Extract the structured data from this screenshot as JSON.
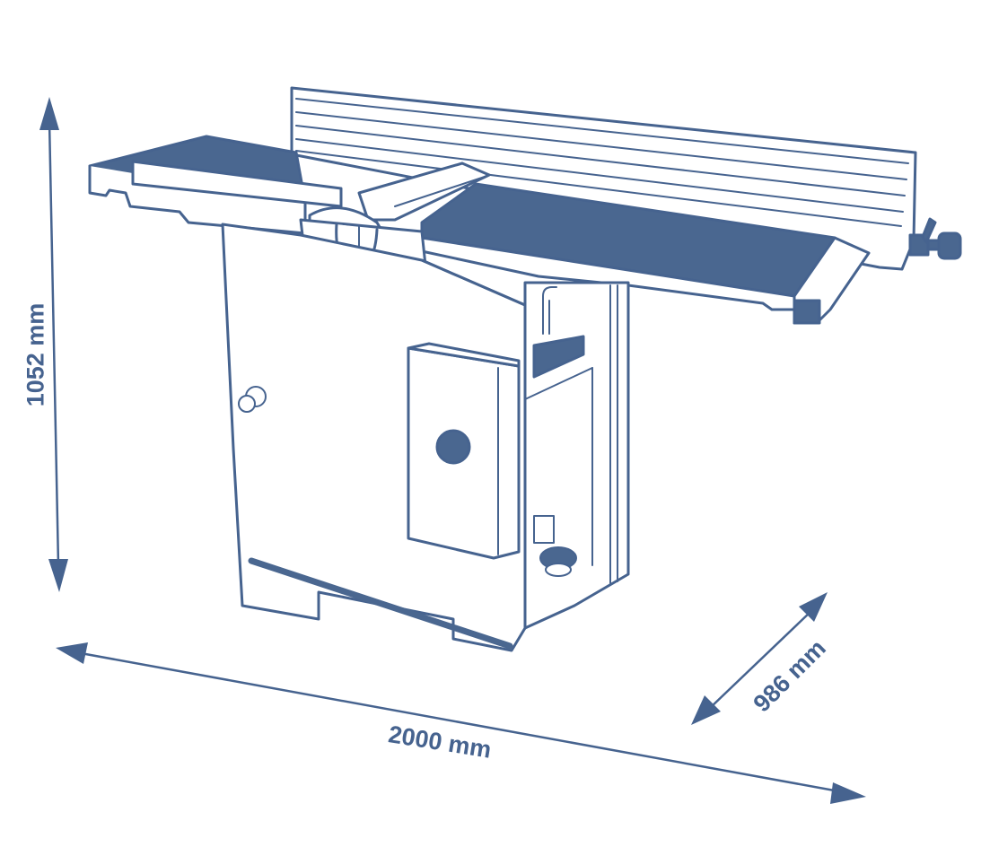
{
  "diagram": {
    "subject": "Planer / jointer machine with dimensions",
    "colors": {
      "ink": "#46638f",
      "fill": "#4a6790",
      "background": "#ffffff"
    },
    "dimensions": {
      "height": {
        "label": "1052 mm"
      },
      "width": {
        "label": "2000 mm"
      },
      "depth": {
        "label": "986 mm"
      }
    }
  }
}
